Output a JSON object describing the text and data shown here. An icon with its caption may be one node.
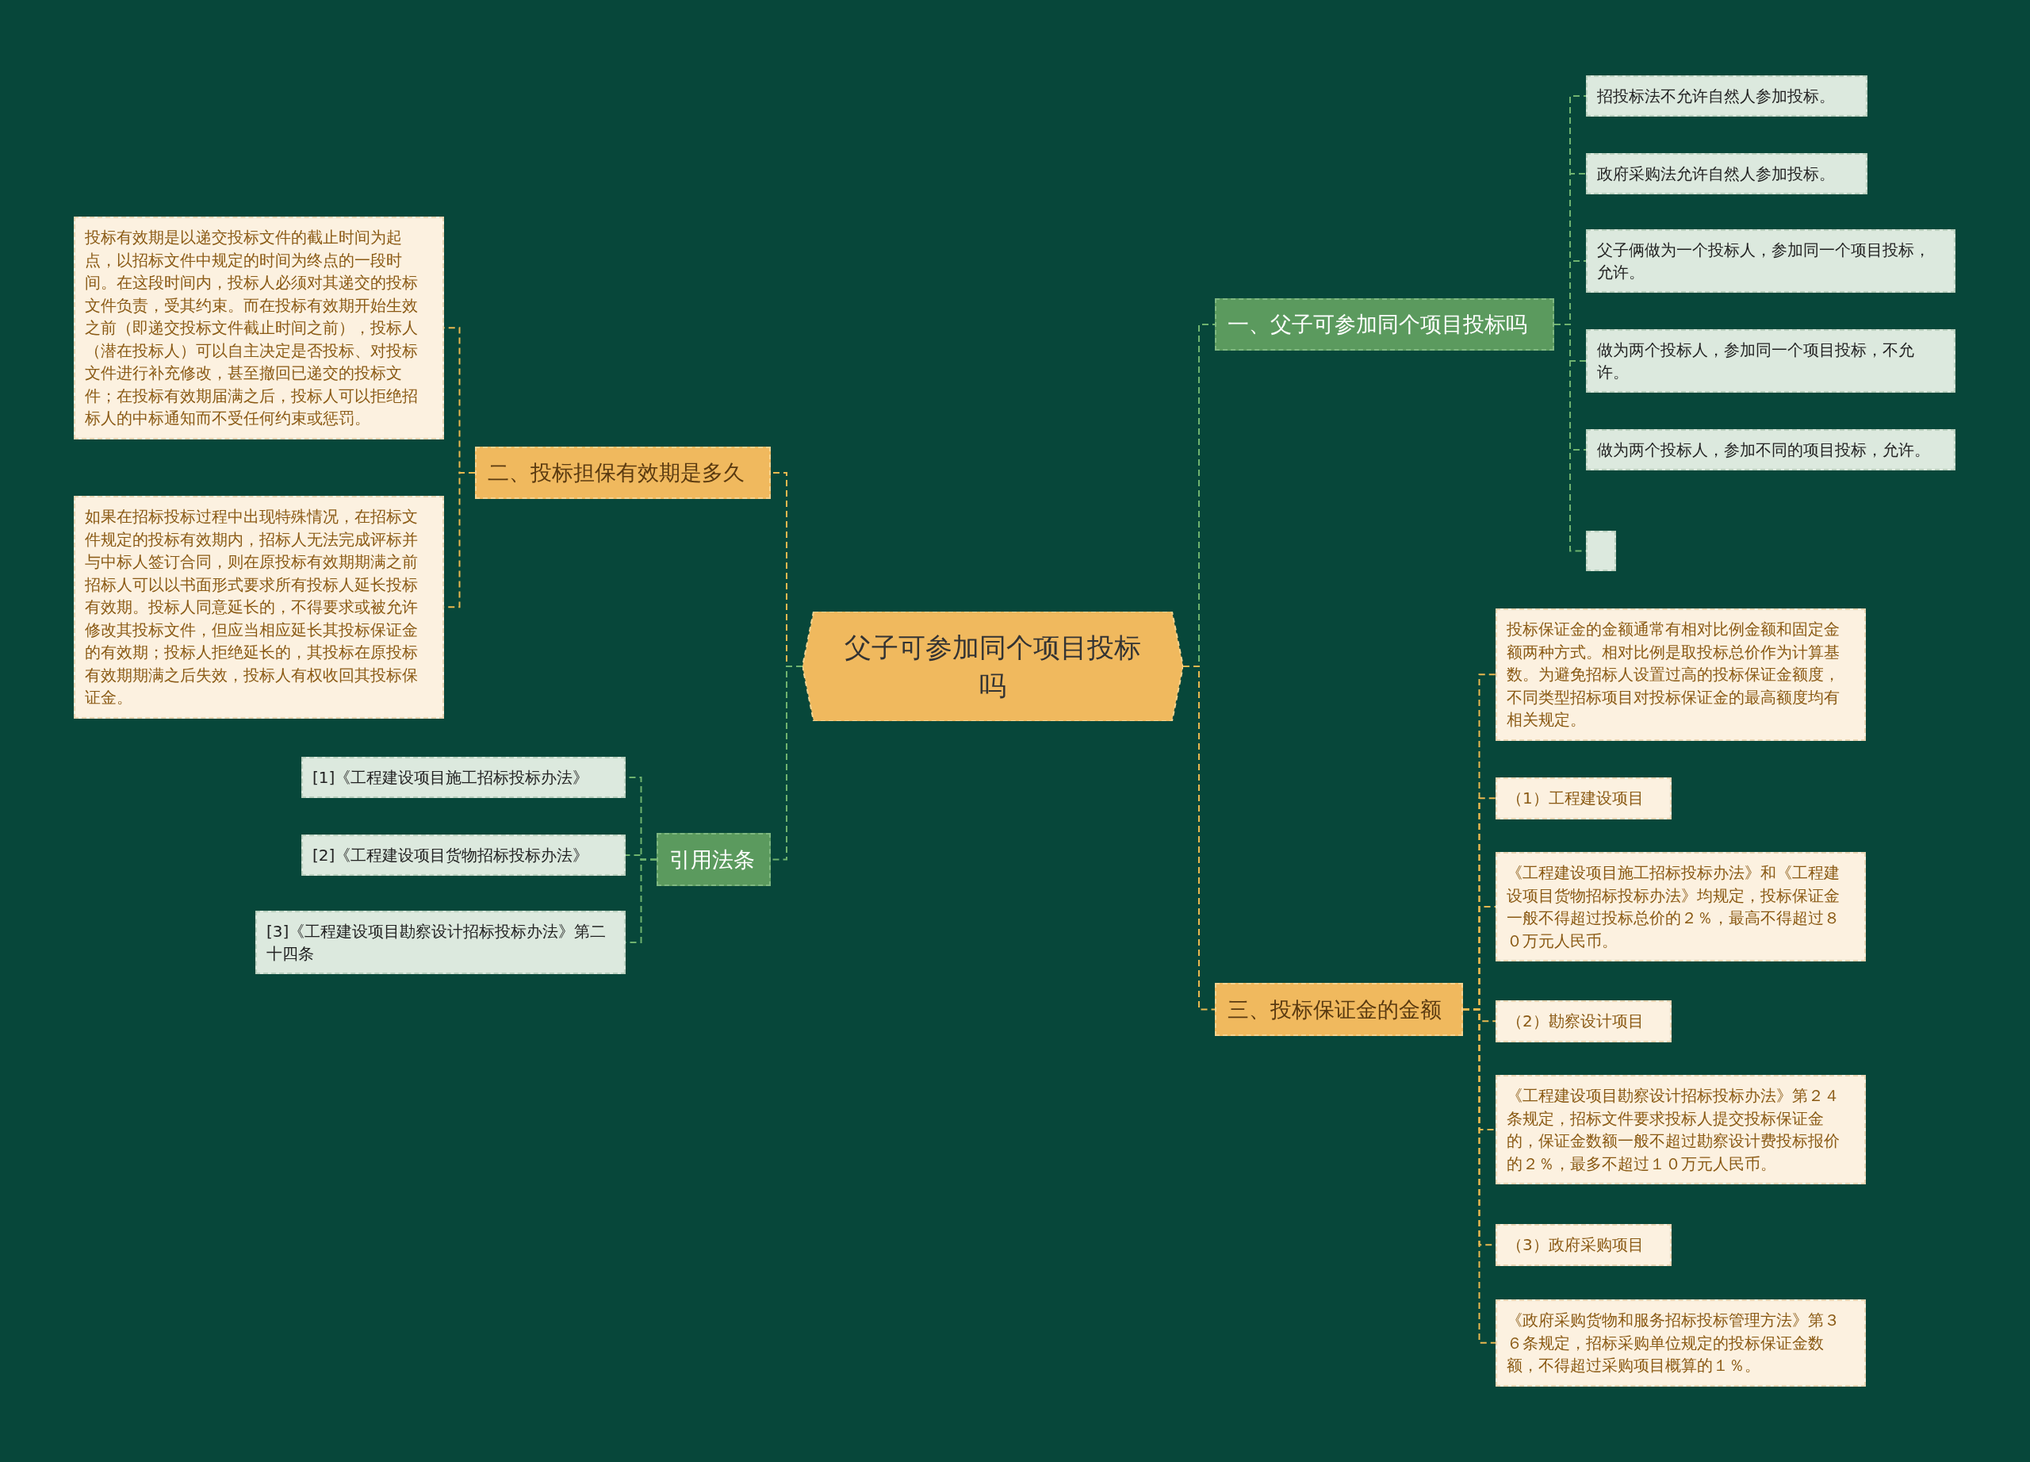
{
  "diagram": {
    "nodes": [
      {
        "text": [
          "父子可参加同个项目投标吗"
        ]
      },
      {
        "text": [
          "一、父子可参加同个项目投标吗"
        ]
      },
      {
        "text": [
          "招投标法不允许自然人参加投标。"
        ]
      },
      {
        "text": [
          "政府采购法允许自然人参加投标。"
        ]
      },
      {
        "text": [
          "父子俩做为一个投标人，参加同一个项目投标，允许。"
        ]
      },
      {
        "text": [
          "做为两个投标人，参加同一个项目投标，不允许。"
        ]
      },
      {
        "text": [
          "做为两个投标人，参加不同的项目投标，允许。"
        ]
      },
      {
        "text": [],
        "shape": "box"
      },
      {
        "text": [
          "二、投标担保有效期是多久"
        ]
      },
      {
        "text": [
          "投标有效期是以递交投标文件的截止时间为起点，以招标文件中规定的时间为终点的一段时间。在这段时间内，投标人必须对其递交的投标文件负责，受其约束。而在投标有效期开始生效之前（即递交投标文件截止时间之前），投标人（潜在投标人）可以自主决定是否投标、对投标文件进行补充修改，甚至撤回已递交的投标文件；在投标有效期届满之后，投标人可以拒绝招标人的中标通知而不受任何约束或惩罚。"
        ]
      },
      {
        "text": [
          "如果在招标投标过程中出现特殊情况，在招标文件规定的投标有效期内，招标人无法完成评标并与中标人签订合同，则在原投标有效期期满之前招标人可以以书面形式要求所有投标人延长投标有效期。投标人同意延长的，不得要求或被允许修改其投标文件，但应当相应延长其投标保证金的有效期；投标人拒绝延长的，其投标在原投标有效期期满之后失效，投标人有权收回其投标保证金。"
        ]
      },
      {
        "text": [
          "引用法条"
        ]
      },
      {
        "text": [
          "[1]《工程建设项目施工招标投标办法》"
        ]
      },
      {
        "text": [
          "[2]《工程建设项目货物招标投标办法》"
        ]
      },
      {
        "text": [
          "[3]《工程建设项目勘察设计招标投标办法》第二十四条"
        ]
      },
      {
        "text": [
          "三、投标保证金的金额"
        ]
      },
      {
        "text": [
          "投标保证金的金额通常有相对比例金额和固定金额两种方式。相对比例是取投标总价作为计算基数。为避免招标人设置过高的投标保证金额度，不同类型招标项目对投标保证金的最高额度均有相关规定。"
        ]
      },
      {
        "text": [
          "（1）工程建设项目"
        ]
      },
      {
        "text": [
          "《工程建设项目施工招标投标办法》和《工程建设项目货物招标投标办法》均规定，投标保证金一般不得超过投标总价的２％，最高不得超过８０万元人民币。"
        ]
      },
      {
        "text": [
          "（2）勘察设计项目"
        ]
      },
      {
        "text": [
          "《工程建设项目勘察设计招标投标办法》第２４条规定，招标文件要求投标人提交投标保证金的，保证金数额一般不超过勘察设计费投标报价的２％，最多不超过１０万元人民币。"
        ]
      },
      {
        "text": [
          "（3）政府采购项目"
        ]
      },
      {
        "text": [
          "《政府采购货物和服务招标投标管理方法》第３６条规定，招标采购单位规定的投标保证金数额，不得超过采购项目概算的１％。"
        ]
      }
    ],
    "edges": [
      {
        "from": 0,
        "to": 1,
        "arrow": "none",
        "style": "dashed",
        "color": "#6fb36f"
      },
      {
        "from": 0,
        "to": 8,
        "arrow": "none",
        "style": "dashed",
        "color": "#e9b850"
      },
      {
        "from": 0,
        "to": 11,
        "arrow": "none",
        "style": "dashed",
        "color": "#6fb36f"
      },
      {
        "from": 0,
        "to": 15,
        "arrow": "none",
        "style": "dashed",
        "color": "#e9b850"
      },
      {
        "from": 1,
        "to": 2,
        "arrow": "none",
        "style": "dashed",
        "color": "#6fb36f"
      },
      {
        "from": 1,
        "to": 3,
        "arrow": "none",
        "style": "dashed",
        "color": "#6fb36f"
      },
      {
        "from": 1,
        "to": 4,
        "arrow": "none",
        "style": "dashed",
        "color": "#6fb36f"
      },
      {
        "from": 1,
        "to": 5,
        "arrow": "none",
        "style": "dashed",
        "color": "#6fb36f"
      },
      {
        "from": 1,
        "to": 6,
        "arrow": "none",
        "style": "dashed",
        "color": "#6fb36f"
      },
      {
        "from": 1,
        "to": 7,
        "arrow": "none",
        "style": "dashed",
        "color": "#6fb36f"
      },
      {
        "from": 8,
        "to": 9,
        "arrow": "none",
        "style": "dashed",
        "color": "#e9b850"
      },
      {
        "from": 8,
        "to": 10,
        "arrow": "none",
        "style": "dashed",
        "color": "#e9b850"
      },
      {
        "from": 11,
        "to": 12,
        "arrow": "none",
        "style": "dashed",
        "color": "#6fb36f"
      },
      {
        "from": 11,
        "to": 13,
        "arrow": "none",
        "style": "dashed",
        "color": "#6fb36f"
      },
      {
        "from": 11,
        "to": 14,
        "arrow": "none",
        "style": "dashed",
        "color": "#6fb36f"
      },
      {
        "from": 15,
        "to": 16,
        "arrow": "none",
        "style": "dashed",
        "color": "#e9b850"
      },
      {
        "from": 15,
        "to": 17,
        "arrow": "none",
        "style": "dashed",
        "color": "#e9b850"
      },
      {
        "from": 15,
        "to": 18,
        "arrow": "none",
        "style": "dashed",
        "color": "#e9b850"
      },
      {
        "from": 15,
        "to": 19,
        "arrow": "none",
        "style": "dashed",
        "color": "#e9b850"
      },
      {
        "from": 15,
        "to": 20,
        "arrow": "none",
        "style": "dashed",
        "color": "#e9b850"
      },
      {
        "from": 15,
        "to": 21,
        "arrow": "none",
        "style": "dashed",
        "color": "#e9b850"
      },
      {
        "from": 15,
        "to": 22,
        "arrow": "none",
        "style": "dashed",
        "color": "#e9b850"
      }
    ]
  }
}
